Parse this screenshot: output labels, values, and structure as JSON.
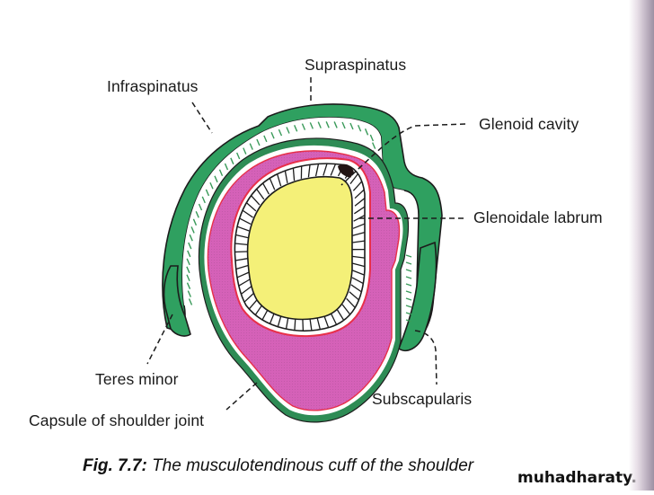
{
  "figure": {
    "caption_prefix": "Fig. 7.7:",
    "caption_text": " The musculotendinous cuff of the shoulder",
    "watermark": "muhadharaty.com"
  },
  "labels": {
    "supraspinatus": "Supraspinatus",
    "infraspinatus": "Infraspinatus",
    "glenoid_cavity": "Glenoid cavity",
    "glenoidale_labrum": "Glenoidale labrum",
    "teres_minor": "Teres minor",
    "subscapularis": "Subscapularis",
    "capsule": "Capsule of shoulder joint"
  },
  "colors": {
    "muscle_green": "#2fa060",
    "capsule_magenta": "#d561b8",
    "synovial_red": "#e8304a",
    "head_yellow": "#f4f078",
    "outline": "#1c1c1c"
  }
}
